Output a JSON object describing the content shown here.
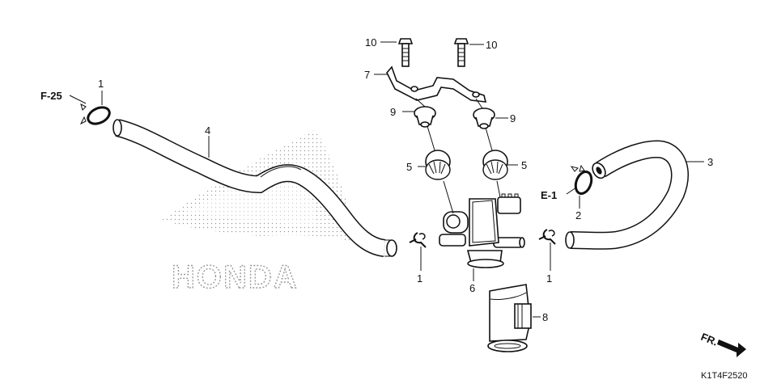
{
  "diagram": {
    "watermark": "HONDA",
    "ref_codes": {
      "f25": "F-25",
      "e1": "E-1"
    },
    "direction_arrow": "FR.",
    "figure_code": "K1T4F2520",
    "callouts": {
      "c1_top_left": "1",
      "c1_bottom_left": "1",
      "c1_bottom_right": "1",
      "c2": "2",
      "c3": "3",
      "c4": "4",
      "c5_left": "5",
      "c5_right": "5",
      "c6": "6",
      "c7": "7",
      "c8": "8",
      "c9_left": "9",
      "c9_right": "9",
      "c10_left": "10",
      "c10_right": "10"
    }
  }
}
